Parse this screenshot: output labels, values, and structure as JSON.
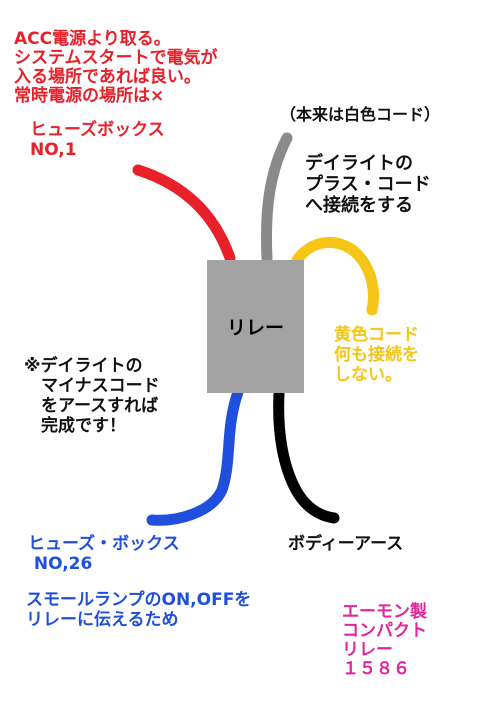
{
  "notes": {
    "acc": "ACC電源より取る。\nシステムスタートで電気が\n入る場所であれば良い。\n常時電源の場所は×",
    "fuse1": "ヒューズボックス\nNO,1",
    "white_code": "（本来は白色コード）",
    "plus_code": "デイライトの\nプラス・コード\nへ接続をする",
    "yellow_code": "黄色コード\n何も接続を\nしない。",
    "minus_code": "※デイライトの\n　マイナスコード\n　をアースすれば\n　完成です！",
    "fuse26": "ヒューズ・ボックス\n NO,26",
    "small_lamp": "スモールランプのON,OFFを\nリレーに伝えるため",
    "body_earth": "ボディーアース",
    "product": "エーモン製\nコンパクト\nリレー\n１５８６"
  },
  "relay": {
    "label": "リレー"
  },
  "colors": {
    "red": "#e8202a",
    "gray": "#8a8a8a",
    "yellow": "#f5c518",
    "blue": "#1f4fdc",
    "black": "#000000",
    "magenta": "#e0269b",
    "relay_fill": "#a3a3a3"
  }
}
